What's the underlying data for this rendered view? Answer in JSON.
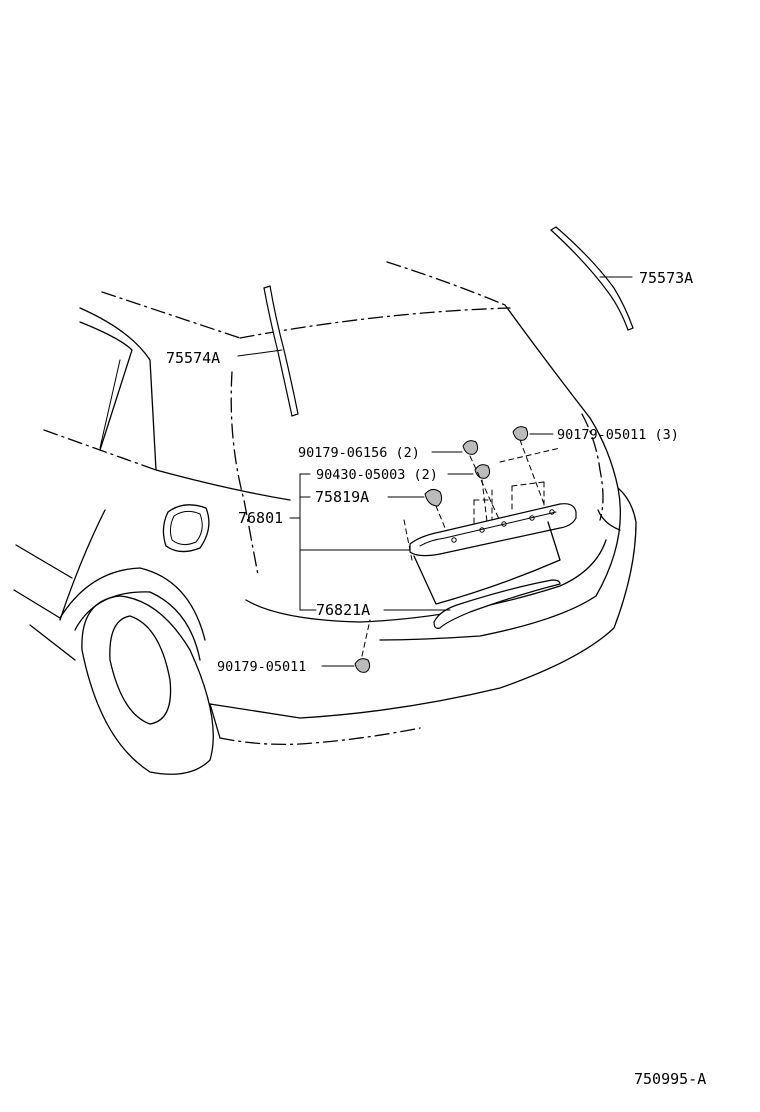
{
  "diagram": {
    "drawing_number": "750995-A",
    "labels": {
      "p75573A": "75573A",
      "p75574A": "75574A",
      "p90179_06156": "90179-06156",
      "p90179_06156_qty": "(2)",
      "p90179_05011_top": "90179-05011",
      "p90179_05011_top_qty": "(3)",
      "p90430_05003": "90430-05003",
      "p90430_05003_qty": "(2)",
      "p75819A": "75819A",
      "p76801": "76801",
      "p76821A": "76821A",
      "p90179_05011_low": "90179-05011"
    }
  }
}
